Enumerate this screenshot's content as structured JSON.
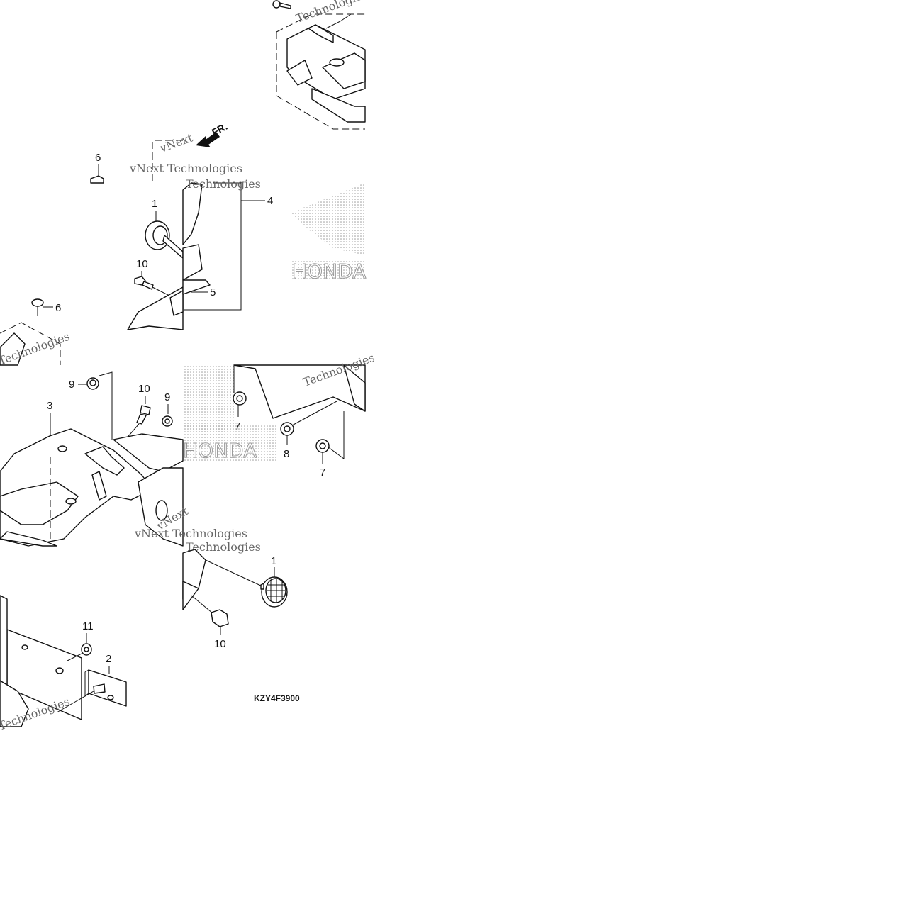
{
  "diagram": {
    "part_code": "KZY4F3900",
    "direction_label": "FR.",
    "callouts": {
      "c1a": "1",
      "c1b": "1",
      "c2": "2",
      "c3": "3",
      "c4": "4",
      "c5": "5",
      "c6a": "6",
      "c6b": "6",
      "c7a": "7",
      "c7b": "7",
      "c8": "8",
      "c9a": "9",
      "c9b": "9",
      "c10a": "10",
      "c10b": "10",
      "c10c": "10",
      "c11": "11"
    },
    "watermark": {
      "text_a": "vNext Technologies",
      "text_b": "Technologies",
      "text_c": "vNext",
      "brand": "HONDA"
    }
  }
}
